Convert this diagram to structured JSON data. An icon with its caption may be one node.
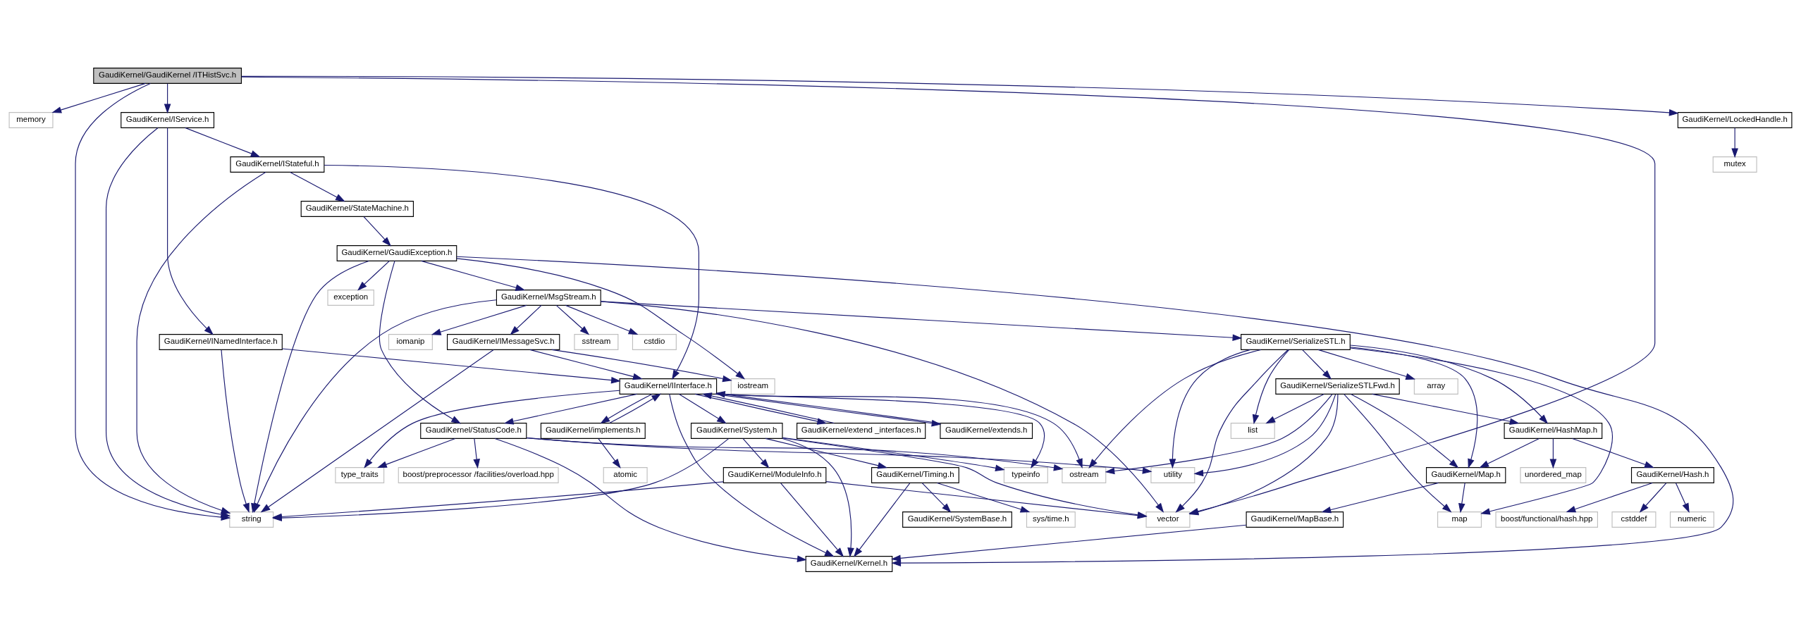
{
  "diagram": {
    "nodes": [
      {
        "text": [
          "GaudiKernel/GaudiKernel /ITHistSvc.h"
        ]
      },
      {
        "text": [
          "memory"
        ]
      },
      {
        "text": [
          "GaudiKernel/IService.h"
        ]
      },
      {
        "text": [
          "GaudiKernel/LockedHandle.h"
        ]
      },
      {
        "text": [
          "mutex"
        ]
      },
      {
        "text": [
          "GaudiKernel/IStateful.h"
        ]
      },
      {
        "text": [
          "GaudiKernel/StateMachine.h"
        ]
      },
      {
        "text": [
          "GaudiKernel/GaudiException.h"
        ]
      },
      {
        "text": [
          "exception"
        ]
      },
      {
        "text": [
          "GaudiKernel/MsgStream.h"
        ]
      },
      {
        "text": [
          "GaudiKernel/INamedInterface.h"
        ]
      },
      {
        "text": [
          "GaudiKernel/IMessageSvc.h"
        ]
      },
      {
        "text": [
          "cstdio"
        ]
      },
      {
        "text": [
          "iomanip"
        ]
      },
      {
        "text": [
          "sstream"
        ]
      },
      {
        "text": [
          "GaudiKernel/SerializeSTL.h"
        ]
      },
      {
        "text": [
          "GaudiKernel/IInterface.h"
        ]
      },
      {
        "text": [
          "iostream"
        ]
      },
      {
        "text": [
          "GaudiKernel/extends.h"
        ]
      },
      {
        "text": [
          "GaudiKernel/implements.h"
        ]
      },
      {
        "text": [
          "GaudiKernel/extend _interfaces.h"
        ]
      },
      {
        "text": [
          "GaudiKernel/System.h"
        ]
      },
      {
        "text": [
          "GaudiKernel/StatusCode.h"
        ]
      },
      {
        "text": [
          "array"
        ]
      },
      {
        "text": [
          "GaudiKernel/SerializeSTLFwd.h"
        ]
      },
      {
        "text": [
          "list"
        ]
      },
      {
        "text": [
          "GaudiKernel/HashMap.h"
        ]
      },
      {
        "text": [
          "atomic"
        ]
      },
      {
        "text": [
          "typeinfo"
        ]
      },
      {
        "text": [
          "GaudiKernel/ModuleInfo.h"
        ]
      },
      {
        "text": [
          "GaudiKernel/Timing.h"
        ]
      },
      {
        "text": [
          "type_traits"
        ]
      },
      {
        "text": [
          "boost/preprocessor /facilities/overload.hpp"
        ]
      },
      {
        "text": [
          "ostream"
        ]
      },
      {
        "text": [
          "utility"
        ]
      },
      {
        "text": [
          "unordered_map"
        ]
      },
      {
        "text": [
          "GaudiKernel/Hash.h"
        ]
      },
      {
        "text": [
          "GaudiKernel/Map.h"
        ]
      },
      {
        "text": [
          "string"
        ]
      },
      {
        "text": [
          "GaudiKernel/SystemBase.h"
        ]
      },
      {
        "text": [
          "sys/time.h"
        ]
      },
      {
        "text": [
          "vector"
        ]
      },
      {
        "text": [
          "cstddef"
        ]
      },
      {
        "text": [
          "numeric"
        ]
      },
      {
        "text": [
          "boost/functional/hash.hpp"
        ]
      },
      {
        "text": [
          "GaudiKernel/MapBase.h"
        ]
      },
      {
        "text": [
          "map"
        ]
      },
      {
        "text": [
          "GaudiKernel/Kernel.h"
        ]
      }
    ],
    "edges": [
      {
        "from": 0,
        "to": 1,
        "arrow": "to"
      },
      {
        "from": 0,
        "to": 2,
        "arrow": "to"
      },
      {
        "from": 0,
        "to": 38,
        "arrow": "to"
      },
      {
        "from": 0,
        "to": 41,
        "arrow": "to"
      },
      {
        "from": 0,
        "to": 3,
        "arrow": "to"
      },
      {
        "from": 3,
        "to": 4,
        "arrow": "to"
      },
      {
        "from": 2,
        "to": 38,
        "arrow": "to"
      },
      {
        "from": 2,
        "to": 5,
        "arrow": "to"
      },
      {
        "from": 2,
        "to": 10,
        "arrow": "to"
      },
      {
        "from": 5,
        "to": 38,
        "arrow": "to"
      },
      {
        "from": 5,
        "to": 16,
        "arrow": "to"
      },
      {
        "from": 5,
        "to": 6,
        "arrow": "to"
      },
      {
        "from": 6,
        "to": 7,
        "arrow": "to"
      },
      {
        "from": 7,
        "to": 38,
        "arrow": "to"
      },
      {
        "from": 7,
        "to": 8,
        "arrow": "to"
      },
      {
        "from": 7,
        "to": 17,
        "arrow": "to"
      },
      {
        "from": 7,
        "to": 22,
        "arrow": "to"
      },
      {
        "from": 7,
        "to": 9,
        "arrow": "to"
      },
      {
        "from": 7,
        "to": 47,
        "arrow": "to"
      },
      {
        "from": 9,
        "to": 38,
        "arrow": "to"
      },
      {
        "from": 9,
        "to": 11,
        "arrow": "to"
      },
      {
        "from": 9,
        "to": 12,
        "arrow": "to"
      },
      {
        "from": 9,
        "to": 13,
        "arrow": "to"
      },
      {
        "from": 9,
        "to": 14,
        "arrow": "to"
      },
      {
        "from": 9,
        "to": 41,
        "arrow": "to"
      },
      {
        "from": 9,
        "to": 15,
        "arrow": "to"
      },
      {
        "from": 10,
        "to": 16,
        "arrow": "to"
      },
      {
        "from": 10,
        "to": 38,
        "arrow": "to"
      },
      {
        "from": 11,
        "to": 16,
        "arrow": "to"
      },
      {
        "from": 11,
        "to": 17,
        "arrow": "to"
      },
      {
        "from": 11,
        "to": 38,
        "arrow": "to"
      },
      {
        "from": 16,
        "to": 18,
        "arrow": "to"
      },
      {
        "from": 18,
        "to": 16,
        "arrow": "to"
      },
      {
        "from": 16,
        "to": 19,
        "arrow": "to"
      },
      {
        "from": 19,
        "to": 16,
        "arrow": "to"
      },
      {
        "from": 16,
        "to": 20,
        "arrow": "to"
      },
      {
        "from": 20,
        "to": 16,
        "arrow": "to"
      },
      {
        "from": 16,
        "to": 21,
        "arrow": "to"
      },
      {
        "from": 16,
        "to": 22,
        "arrow": "to"
      },
      {
        "from": 16,
        "to": 28,
        "arrow": "to"
      },
      {
        "from": 16,
        "to": 31,
        "arrow": "to"
      },
      {
        "from": 16,
        "to": 33,
        "arrow": "to"
      },
      {
        "from": 16,
        "to": 47,
        "arrow": "to"
      },
      {
        "from": 19,
        "to": 27,
        "arrow": "to"
      },
      {
        "from": 21,
        "to": 28,
        "arrow": "to"
      },
      {
        "from": 21,
        "to": 38,
        "arrow": "to"
      },
      {
        "from": 21,
        "to": 29,
        "arrow": "to"
      },
      {
        "from": 21,
        "to": 30,
        "arrow": "to"
      },
      {
        "from": 21,
        "to": 41,
        "arrow": "to"
      },
      {
        "from": 21,
        "to": 47,
        "arrow": "to"
      },
      {
        "from": 29,
        "to": 38,
        "arrow": "to"
      },
      {
        "from": 29,
        "to": 41,
        "arrow": "to"
      },
      {
        "from": 29,
        "to": 47,
        "arrow": "to"
      },
      {
        "from": 30,
        "to": 39,
        "arrow": "to"
      },
      {
        "from": 30,
        "to": 40,
        "arrow": "to"
      },
      {
        "from": 30,
        "to": 47,
        "arrow": "to"
      },
      {
        "from": 22,
        "to": 31,
        "arrow": "to"
      },
      {
        "from": 22,
        "to": 32,
        "arrow": "to"
      },
      {
        "from": 22,
        "to": 33,
        "arrow": "to"
      },
      {
        "from": 22,
        "to": 34,
        "arrow": "to"
      },
      {
        "from": 22,
        "to": 47,
        "arrow": "to"
      },
      {
        "from": 15,
        "to": 33,
        "arrow": "to"
      },
      {
        "from": 15,
        "to": 34,
        "arrow": "to"
      },
      {
        "from": 15,
        "to": 41,
        "arrow": "to"
      },
      {
        "from": 15,
        "to": 23,
        "arrow": "to"
      },
      {
        "from": 15,
        "to": 25,
        "arrow": "to"
      },
      {
        "from": 15,
        "to": 24,
        "arrow": "to"
      },
      {
        "from": 15,
        "to": 26,
        "arrow": "to"
      },
      {
        "from": 15,
        "to": 37,
        "arrow": "to"
      },
      {
        "from": 15,
        "to": 46,
        "arrow": "to"
      },
      {
        "from": 24,
        "to": 25,
        "arrow": "to"
      },
      {
        "from": 24,
        "to": 33,
        "arrow": "to"
      },
      {
        "from": 24,
        "to": 34,
        "arrow": "to"
      },
      {
        "from": 24,
        "to": 41,
        "arrow": "to"
      },
      {
        "from": 24,
        "to": 26,
        "arrow": "to"
      },
      {
        "from": 24,
        "to": 37,
        "arrow": "to"
      },
      {
        "from": 24,
        "to": 46,
        "arrow": "to"
      },
      {
        "from": 26,
        "to": 35,
        "arrow": "to"
      },
      {
        "from": 26,
        "to": 36,
        "arrow": "to"
      },
      {
        "from": 26,
        "to": 37,
        "arrow": "to"
      },
      {
        "from": 36,
        "to": 42,
        "arrow": "to"
      },
      {
        "from": 36,
        "to": 43,
        "arrow": "to"
      },
      {
        "from": 36,
        "to": 44,
        "arrow": "to"
      },
      {
        "from": 37,
        "to": 45,
        "arrow": "to"
      },
      {
        "from": 37,
        "to": 46,
        "arrow": "to"
      },
      {
        "from": 45,
        "to": 47,
        "arrow": "to"
      }
    ]
  }
}
